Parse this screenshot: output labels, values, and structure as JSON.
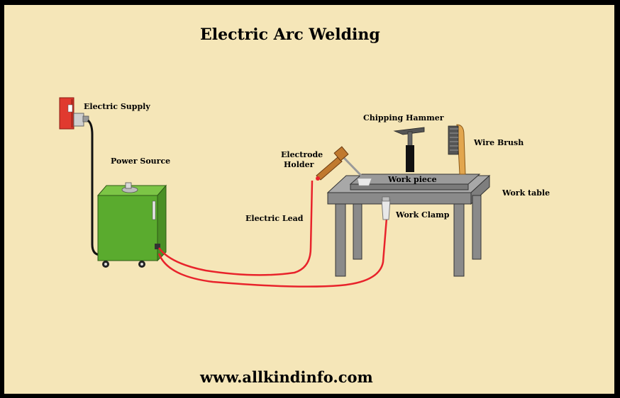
{
  "title": "Electric Arc Welding",
  "footer": "www.allkindinfo.com",
  "labels": {
    "electric_supply": "Electric Supply",
    "power_source": "Power Source",
    "electrode_holder_line1": "Electrode",
    "electrode_holder_line2": "Holder",
    "electric_lead": "Electric Lead",
    "chipping_hammer": "Chipping Hammer",
    "wire_brush": "Wire Brush",
    "work_piece": "Work piece",
    "work_table": "Work table",
    "work_clamp": "Work Clamp"
  },
  "colors": {
    "background": "#f5e6b8",
    "border": "#000000",
    "machine": "#5aab2e",
    "cable_red": "#e8232b",
    "supply_red": "#e03a2f",
    "table": "#8a8a8a"
  }
}
